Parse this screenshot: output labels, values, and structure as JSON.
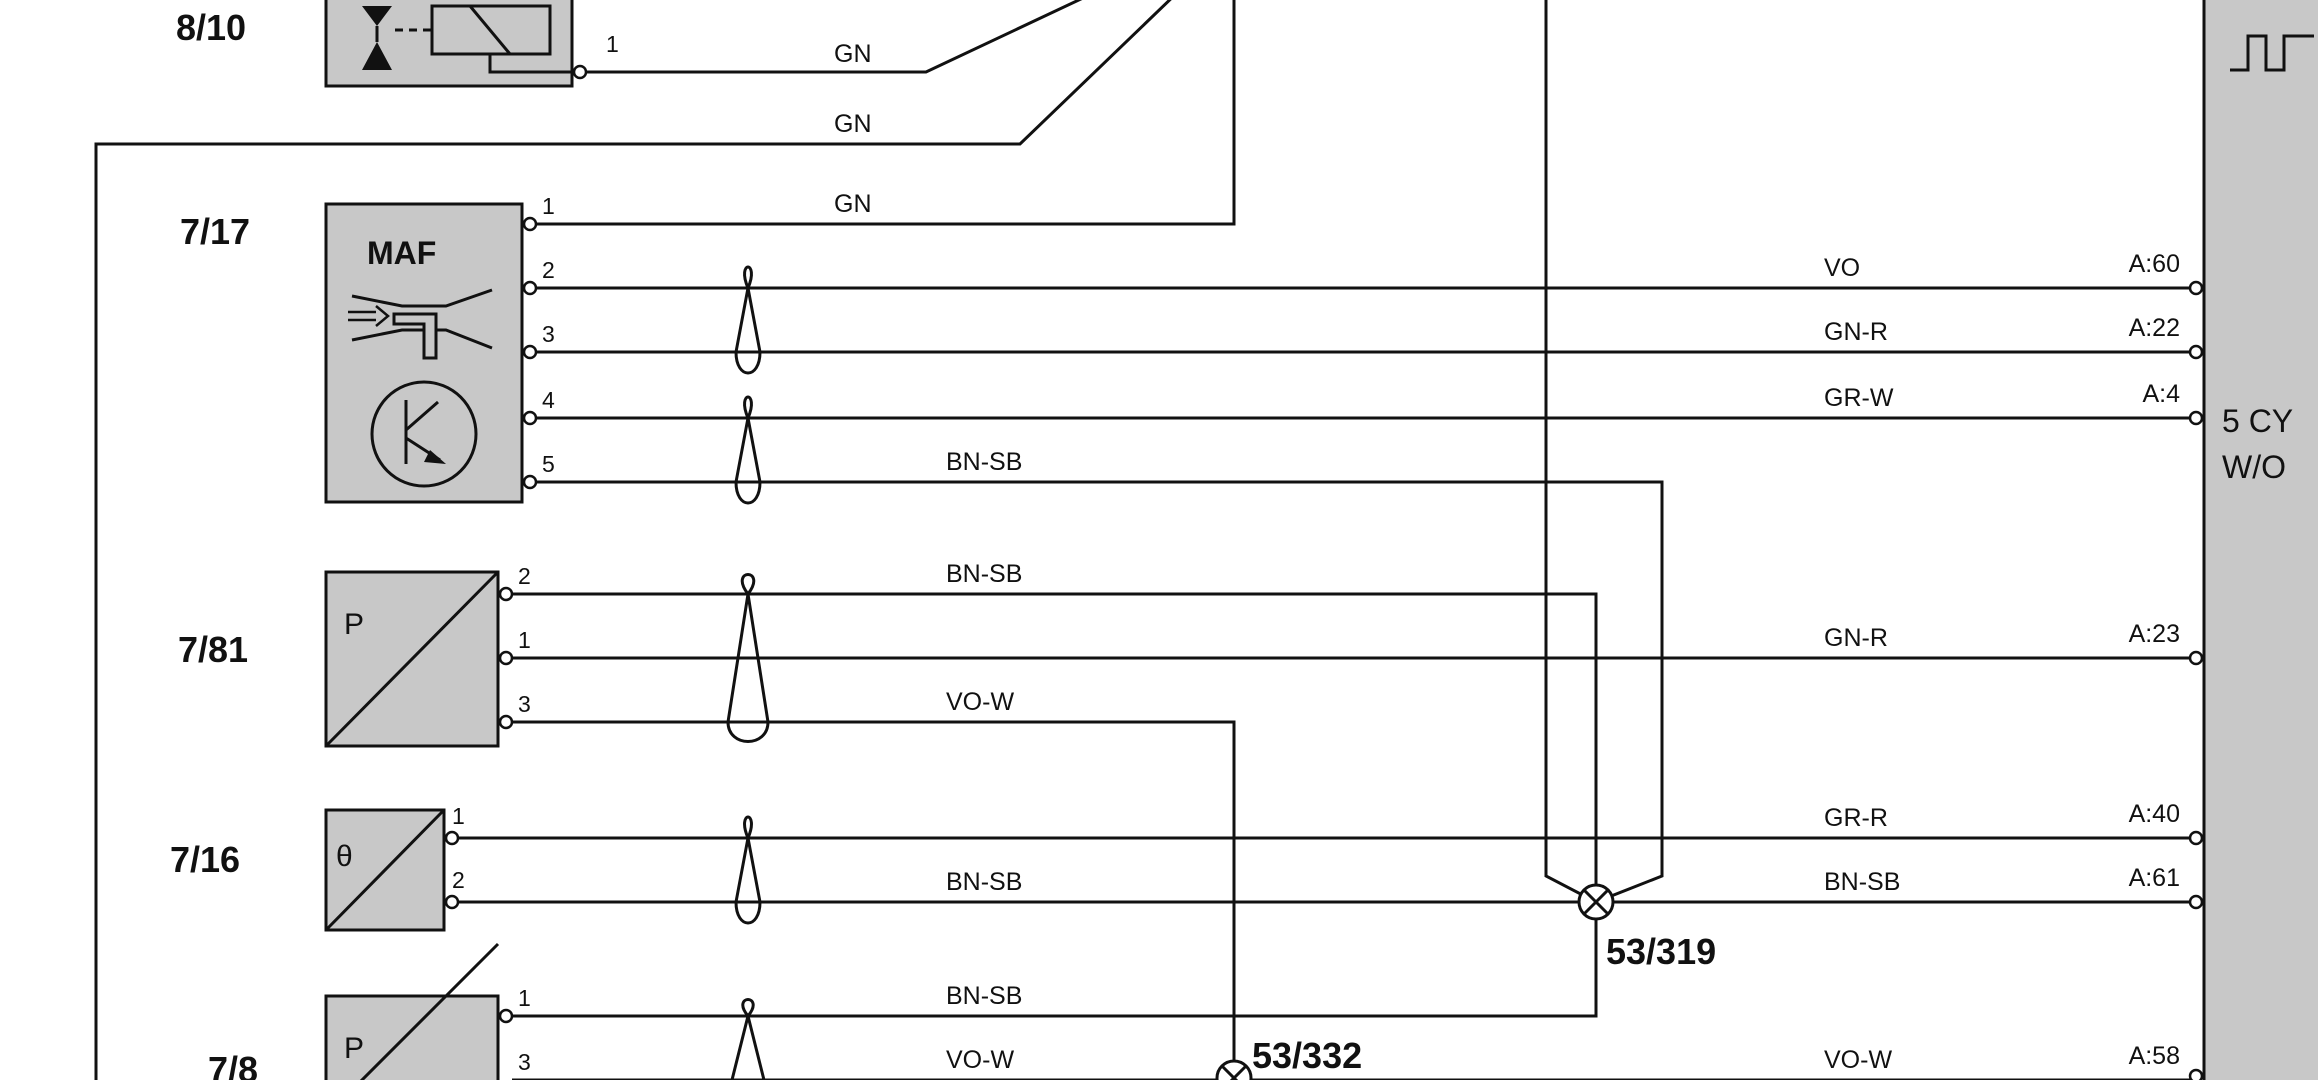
{
  "components": {
    "c810": {
      "id": "8/10",
      "pin1": "1"
    },
    "c717": {
      "id": "7/17",
      "label": "MAF",
      "pins": [
        "1",
        "2",
        "3",
        "4",
        "5"
      ]
    },
    "c781": {
      "id": "7/81",
      "symbol": "P",
      "pins": [
        "2",
        "1",
        "3"
      ]
    },
    "c716": {
      "id": "7/16",
      "symbol": "θ",
      "pins": [
        "1",
        "2"
      ]
    },
    "c78": {
      "id": "7/8",
      "symbol": "P",
      "pins": [
        "1",
        "3"
      ]
    }
  },
  "wires": [
    {
      "key": "w810",
      "color": "GN"
    },
    {
      "key": "w_top2",
      "color": "GN"
    },
    {
      "key": "w717_1",
      "color": "GN"
    },
    {
      "key": "w717_2",
      "color": "VO",
      "ecm_pin": "A:60"
    },
    {
      "key": "w717_3",
      "color": "GN-R",
      "ecm_pin": "A:22"
    },
    {
      "key": "w717_4",
      "color": "GR-W",
      "ecm_pin": "A:4"
    },
    {
      "key": "w717_5",
      "color": "BN-SB"
    },
    {
      "key": "w781_2",
      "color": "BN-SB"
    },
    {
      "key": "w781_1",
      "color": "GN-R",
      "ecm_pin": "A:23"
    },
    {
      "key": "w781_3",
      "color": "VO-W"
    },
    {
      "key": "w716_1",
      "color": "GR-R",
      "ecm_pin": "A:40"
    },
    {
      "key": "w716_2a",
      "color": "BN-SB"
    },
    {
      "key": "w716_2b",
      "color": "BN-SB",
      "ecm_pin": "A:61"
    },
    {
      "key": "w78_1",
      "color": "BN-SB"
    },
    {
      "key": "w78_3a",
      "color": "VO-W"
    },
    {
      "key": "w78_3b",
      "color": "VO-W",
      "ecm_pin": "A:58"
    }
  ],
  "splices": {
    "s319": "53/319",
    "s332": "53/332"
  },
  "ecm": {
    "note_line1": "5 CY",
    "note_line2": "W/O",
    "signal_icon": "square-wave-icon"
  },
  "colors": {
    "component_fill": "#c8c8c8",
    "line": "#111111",
    "background": "#ffffff"
  }
}
